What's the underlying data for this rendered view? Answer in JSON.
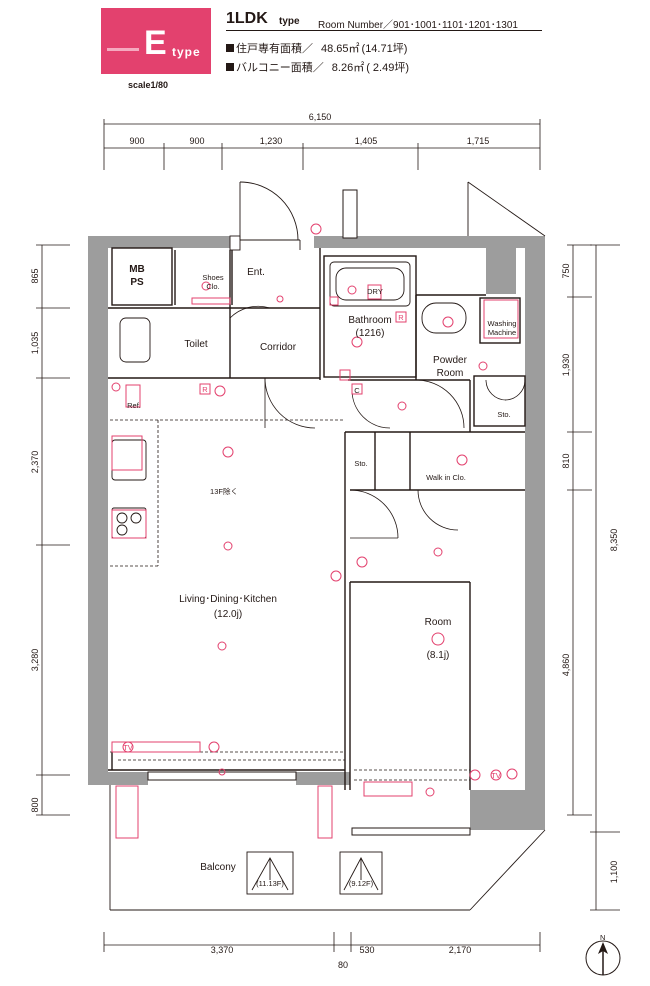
{
  "header": {
    "type_letter": "E",
    "type_suffix": "type",
    "scale": "scale1/80",
    "unit_title": "1LDK",
    "unit_type": "type",
    "room_numbers": "Room Number／901･1001･1101･1201･1301",
    "exclusive_label": "住戸専有面積／",
    "exclusive_value": "48.65㎡",
    "exclusive_tsubo": "(14.71坪)",
    "balcony_label": "バルコニー面積／",
    "balcony_value": "8.26㎡",
    "balcony_tsubo": "( 2.49坪)"
  },
  "dimensions": {
    "top_total": "6,150",
    "top": [
      "900",
      "900",
      "1,230",
      "1,405",
      "1,715"
    ],
    "left": [
      "865",
      "1,035",
      "2,370",
      "3,280",
      "800"
    ],
    "right_inner": [
      "750",
      "1,930",
      "810",
      "4,860"
    ],
    "right_total": "8,350",
    "right_bottom": "1,100",
    "bottom": [
      "3,370",
      "530",
      "2,170"
    ],
    "bottom_small": "80"
  },
  "rooms": {
    "mbps_1": "MB",
    "mbps_2": "PS",
    "shoes_1": "Shoes",
    "shoes_2": "Clo.",
    "entrance": "Ent.",
    "bathroom": "Bathroom",
    "bathroom_size": "(1216)",
    "dry": "DRY",
    "washing_1": "Washing",
    "washing_2": "Machine",
    "toilet": "Toilet",
    "corridor": "Corridor",
    "powder_1": "Powder",
    "powder_2": "Room",
    "sto_1": "Sto.",
    "sto_2": "Sto.",
    "walkin": "Walk in Clo.",
    "ref": "Ref.",
    "note_13f": "13F除く",
    "ldk": "Living･Dining･Kitchen",
    "ldk_size": "(12.0j)",
    "room": "Room",
    "room_size": "(8.1j)",
    "balcony": "Balcony",
    "skylight_1": "(11.13F)",
    "skylight_2": "(9.12F)",
    "c_mark": "C",
    "r_mark": "R",
    "tv": "TV",
    "north": "N"
  },
  "colors": {
    "accent": "#e3416e",
    "wall": "#9d9d9d",
    "line": "#231815"
  }
}
